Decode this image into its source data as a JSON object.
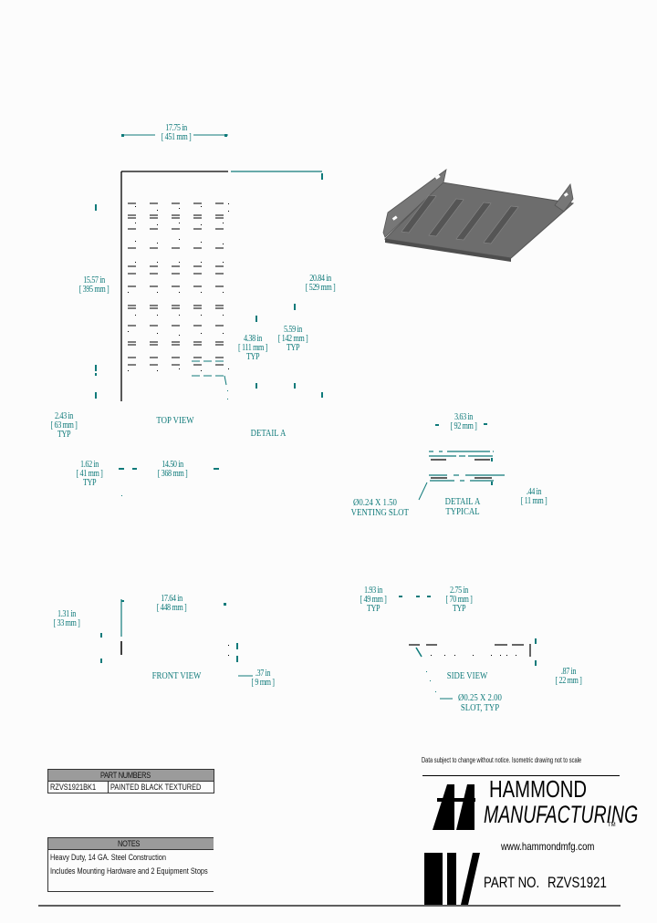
{
  "drawing": {
    "top_view": {
      "label": "TOP VIEW",
      "width_dim": {
        "in": "17.75 in",
        "mm": "[ 451 mm ]"
      },
      "depth_dim": {
        "in": "15.57 in",
        "mm": "[ 395 mm ]"
      },
      "overall_depth_dim": {
        "in": "20.84 in",
        "mm": "[ 529 mm ]"
      },
      "slot_pitch_a": {
        "in": "4.38 in",
        "mm": "[ 111 mm ]",
        "note": "TYP"
      },
      "slot_pitch_b": {
        "in": "5.59 in",
        "mm": "[ 142 mm ]",
        "note": "TYP"
      },
      "edge_offset_a": {
        "in": "2.43 in",
        "mm": "[ 63 mm ]",
        "note": "TYP"
      },
      "edge_offset_b": {
        "in": "1.62 in",
        "mm": "[ 41 mm ]",
        "note": "TYP"
      },
      "slot_span": {
        "in": "14.50 in",
        "mm": "[ 368 mm ]"
      },
      "detail_callout": "DETAIL A"
    },
    "detail_a": {
      "label_line1": "DETAIL A",
      "label_line2": "TYPICAL",
      "width_dim": {
        "in": "3.63 in",
        "mm": "[ 92 mm ]"
      },
      "height_dim": {
        "in": ".44 in",
        "mm": "[ 11 mm ]"
      },
      "slot_note_line1": "Ø0.24 X 1.50",
      "slot_note_line2": "VENTING SLOT"
    },
    "front_view": {
      "label": "FRONT VIEW",
      "width_dim": {
        "in": "17.64 in",
        "mm": "[ 448 mm ]"
      },
      "height_dim": {
        "in": "1.31 in",
        "mm": "[ 33 mm ]"
      },
      "flange_dim": {
        "in": ".37 in",
        "mm": "[ 9 mm ]"
      }
    },
    "side_view": {
      "label": "SIDE VIEW",
      "slot_offset_a": {
        "in": "1.93 in",
        "mm": "[ 49 mm ]",
        "note": "TYP"
      },
      "slot_offset_b": {
        "in": "2.75 in",
        "mm": "[ 70 mm ]",
        "note": "TYP"
      },
      "height_dim": {
        "in": ".87 in",
        "mm": "[ 22 mm ]"
      },
      "slot_note_line1": "Ø0.25 X 2.00",
      "slot_note_line2": "SLOT, TYP"
    },
    "isometric": {
      "alt": "isometric-shelf-render"
    }
  },
  "part_numbers_table": {
    "header": "PART NUMBERS",
    "rows": [
      {
        "part": "RZVS1921BK1",
        "description": "PAINTED BLACK TEXTURED"
      }
    ]
  },
  "notes_table": {
    "header": "NOTES",
    "lines": [
      "Heavy Duty, 14 GA. Steel Construction",
      "Includes Mounting Hardware and 2 Equipment Stops"
    ]
  },
  "title_block": {
    "disclaimer": "Data subject to change without notice. Isometric drawing not to scale",
    "company_line1": "HAMMOND",
    "company_line2": "MANUFACTURING",
    "trademark": "TM",
    "website": "www.hammondmfg.com",
    "part_no_label": "PART NO.",
    "part_no_value": "RZVS1921"
  },
  "colors": {
    "dimension": "#0f7a7a",
    "line": "#000000",
    "table_header": "#9b9b9b",
    "shelf": "#6e6e6e"
  }
}
